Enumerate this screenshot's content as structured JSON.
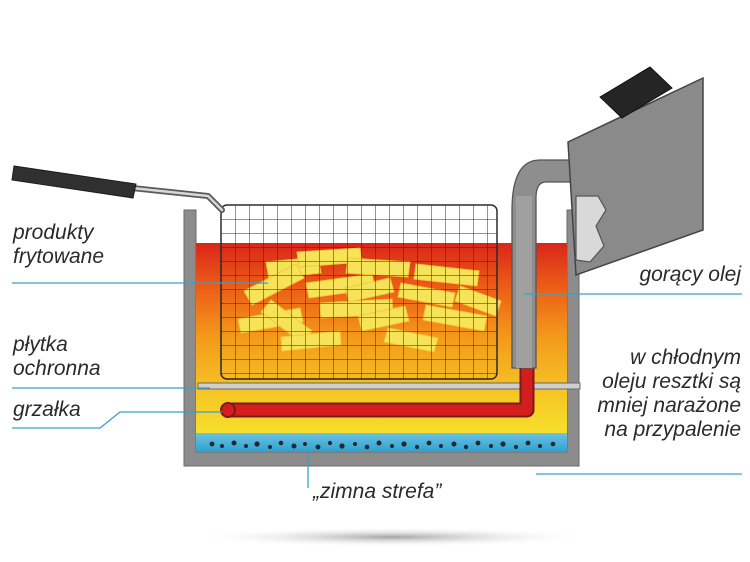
{
  "labels": {
    "products": [
      "produkty",
      "frytowane"
    ],
    "plate": [
      "płytka",
      "ochronna"
    ],
    "heater": "grzałka",
    "hot_oil": "gorący olej",
    "cool_oil": [
      "w chłodnym",
      "oleju resztki są",
      "mniej narażone",
      "na przypalenie"
    ],
    "cold_zone": "„zimna strefa”"
  },
  "colors": {
    "leader_line": "#3aa0c8",
    "oil_top": "#d92b1a",
    "oil_mid": "#f39a1a",
    "oil_bottom": "#f6df2a",
    "cold_zone": "#38a9d6",
    "heater": "#d41d1d",
    "fries": "#f7e35a",
    "tank": "#8c8c8c",
    "handle": "#303030"
  }
}
